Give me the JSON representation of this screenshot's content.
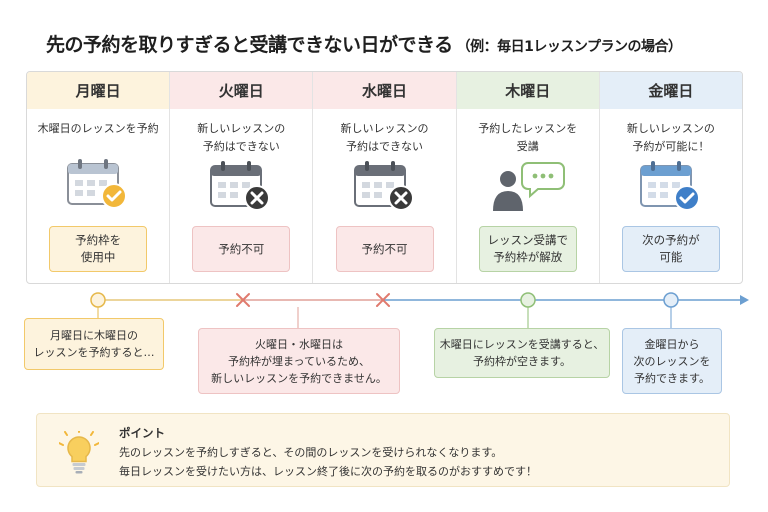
{
  "title": {
    "main": "先の予約を取りすぎると受講できない日ができる",
    "sub": "（例：毎日1レッスンプランの場合）"
  },
  "days": [
    {
      "name": "月曜日",
      "desc": "木曜日のレッスンを予約",
      "badge": "予約枠を\n使用中",
      "icon": "calendar-check-icon",
      "head_color": "#fdf3dd",
      "badge_bg": "#fdf3dd",
      "badge_border": "#f2c96a"
    },
    {
      "name": "火曜日",
      "desc": "新しいレッスンの\n予約はできない",
      "badge": "予約不可",
      "icon": "calendar-x-icon",
      "head_color": "#fbe8e8",
      "badge_bg": "#fbe8e8",
      "badge_border": "#eec3c3"
    },
    {
      "name": "水曜日",
      "desc": "新しいレッスンの\n予約はできない",
      "badge": "予約不可",
      "icon": "calendar-x-icon",
      "head_color": "#fbe8e8",
      "badge_bg": "#fbe8e8",
      "badge_border": "#eec3c3"
    },
    {
      "name": "木曜日",
      "desc": "予約したレッスンを\n受講",
      "badge": "レッスン受講で\n予約枠が解放",
      "icon": "person-chat-icon",
      "head_color": "#e7f1e1",
      "badge_bg": "#e7f1e1",
      "badge_border": "#b7d3a5"
    },
    {
      "name": "金曜日",
      "desc": "新しいレッスンの\n予約が可能に！",
      "badge": "次の予約が\n可能",
      "icon": "calendar-check-blue-icon",
      "head_color": "#e4eef8",
      "badge_bg": "#e4eef8",
      "badge_border": "#aac6e4"
    }
  ],
  "notes": [
    {
      "text": "月曜日に木曜日の\nレッスンを予約すると…",
      "bg": "#fdf3dd",
      "border": "#f2c96a"
    },
    {
      "text": "火曜日・水曜日は\n予約枠が埋まっているため、\n新しいレッスンを予約できません。",
      "bg": "#fbe8e8",
      "border": "#eec3c3"
    },
    {
      "text": "木曜日にレッスンを受講すると、\n予約枠が空きます。",
      "bg": "#e7f1e1",
      "border": "#b7d3a5"
    },
    {
      "text": "金曜日から\n次のレッスンを\n予約できます。",
      "bg": "#e4eef8",
      "border": "#aac6e4"
    }
  ],
  "point": {
    "title": "ポイント",
    "line1": "先のレッスンを予約しすぎると、その間のレッスンを受けられなくなります。",
    "line2": "毎日レッスンを受けたい方は、レッスン終了後に次の予約を取るのがおすすめです！",
    "icon": "lightbulb-icon"
  },
  "colors": {
    "timeline_yellow": "#e6b84a",
    "timeline_red": "#e07a6e",
    "timeline_blue": "#6c9fd1",
    "timeline_green": "#8fbf76",
    "check_orange": "#f2b73a",
    "check_blue": "#3f7fc8",
    "x_dark": "#3a3a3a"
  }
}
